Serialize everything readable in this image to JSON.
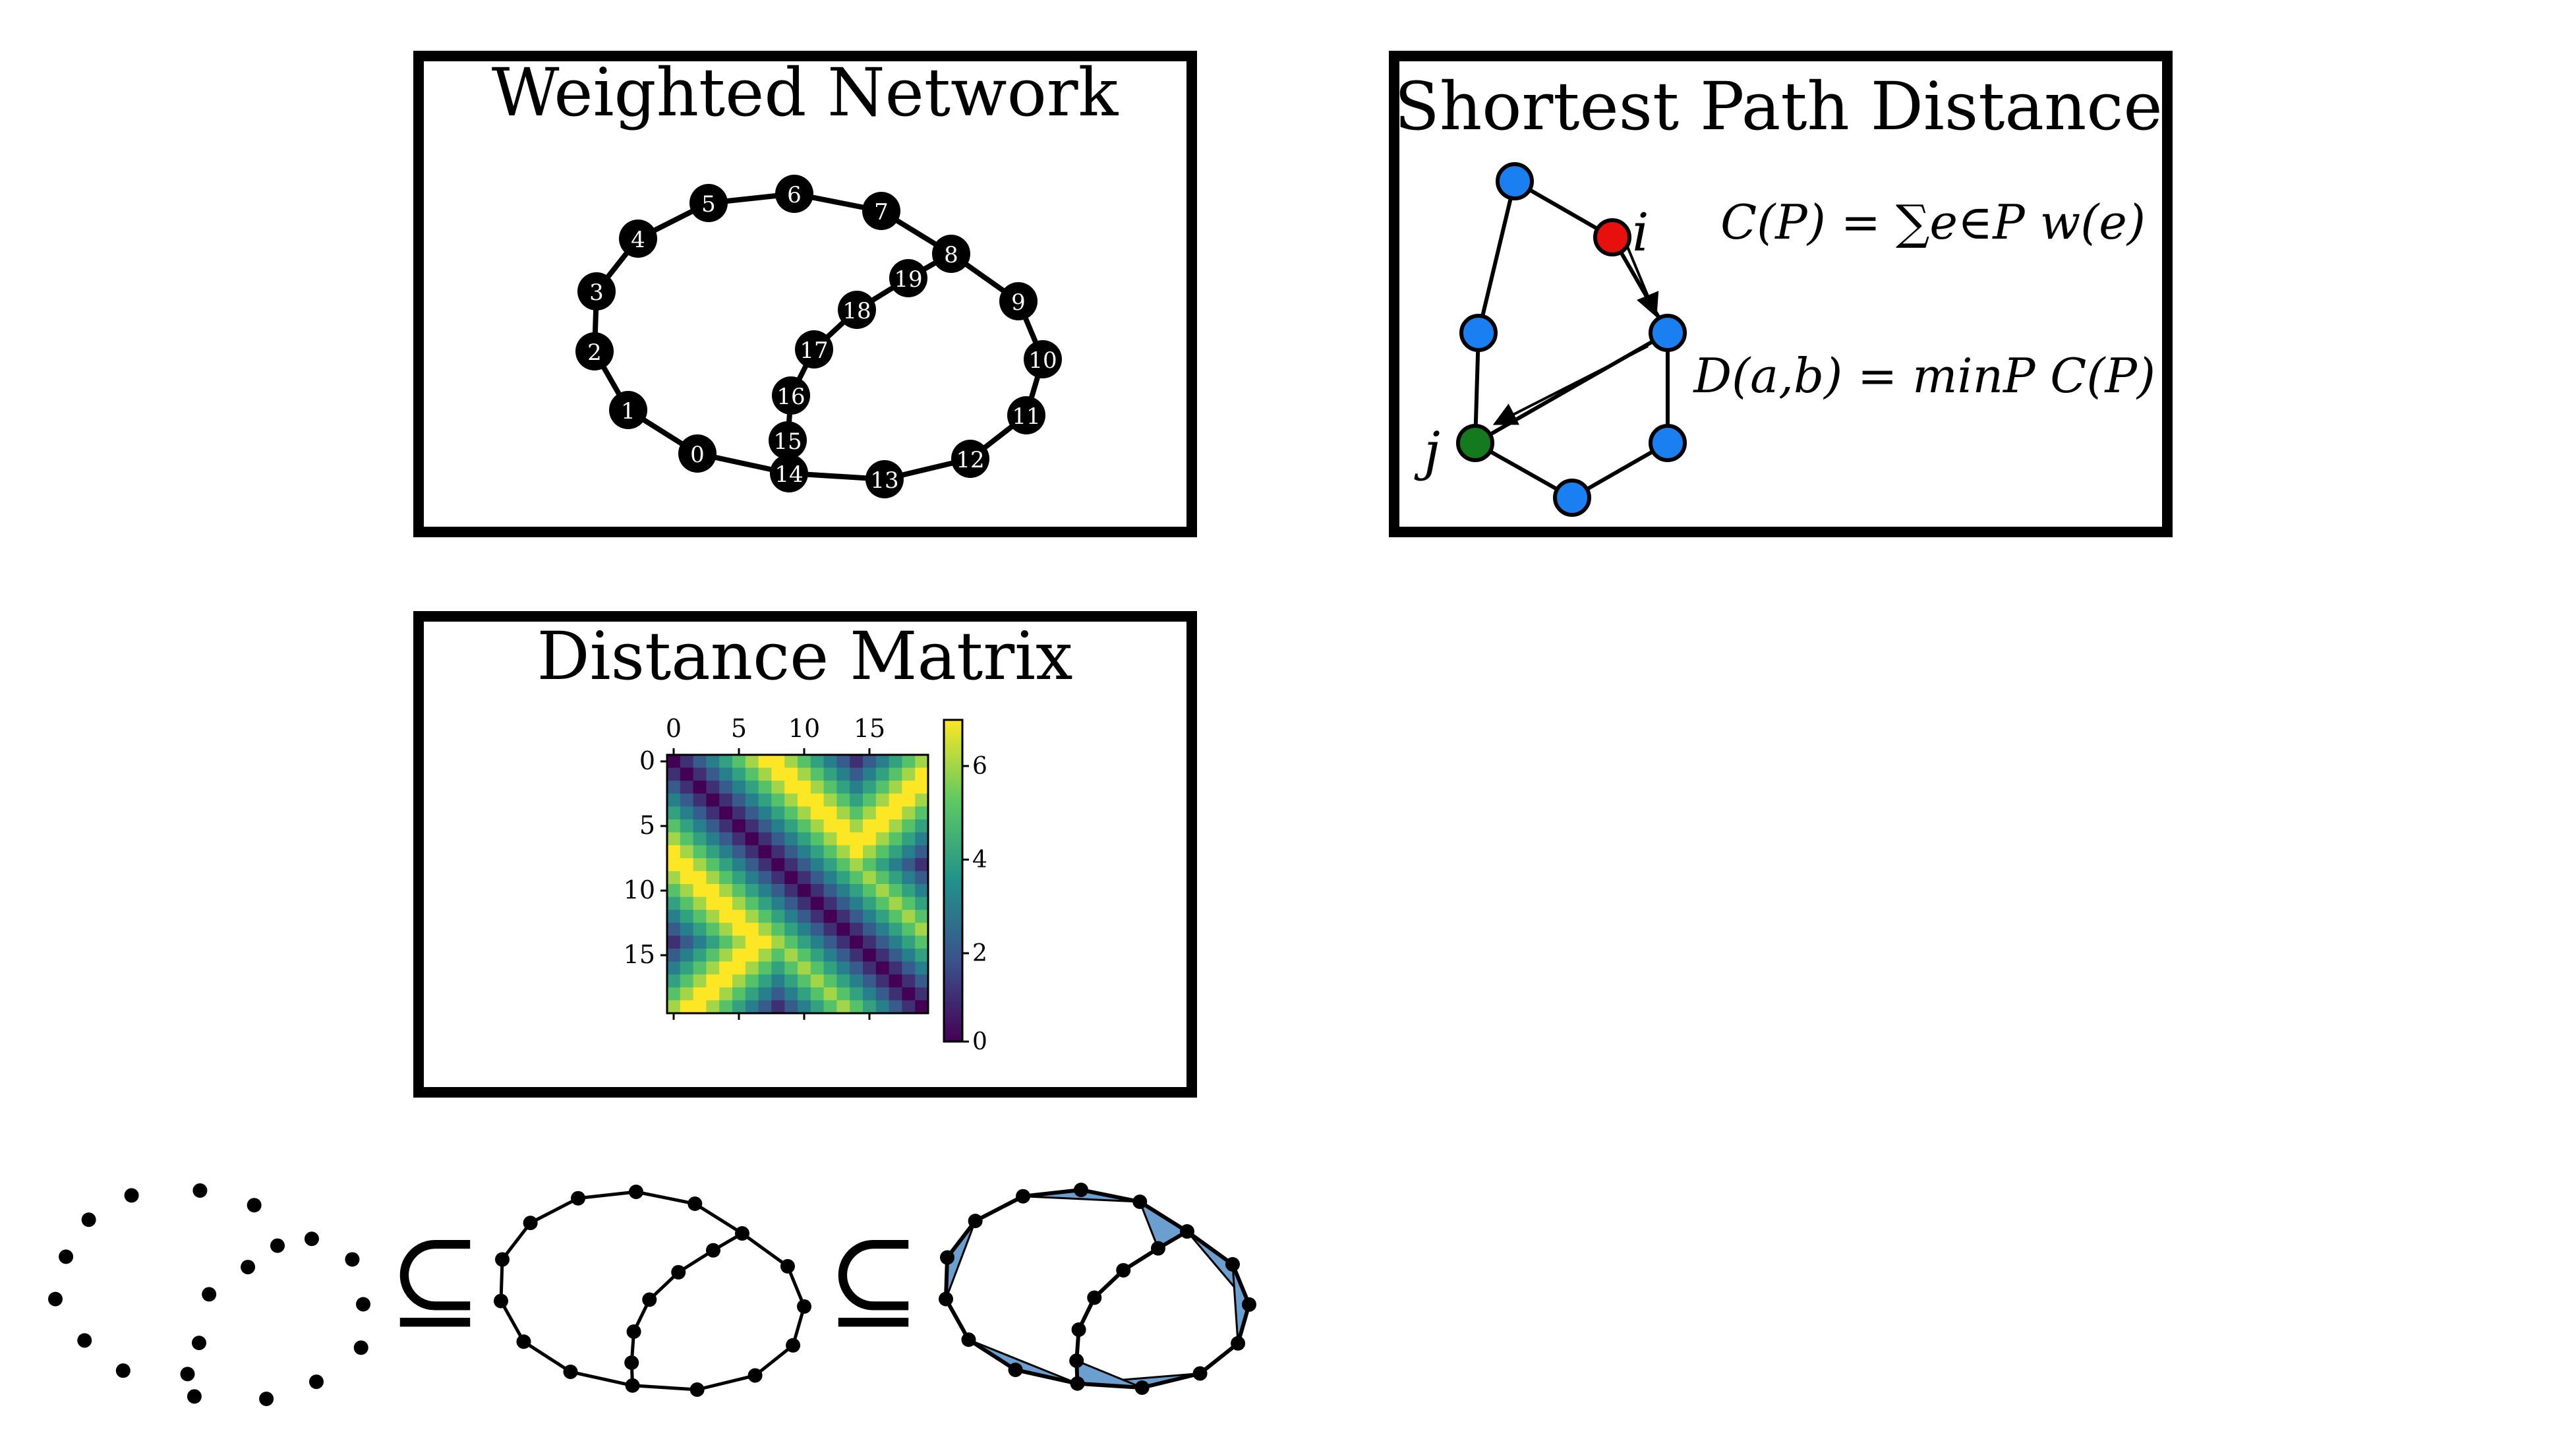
{
  "panels": {
    "weighted_network": {
      "title": "Weighted Network"
    },
    "shortest_path": {
      "title": "Shortest Path Distance",
      "node_i_label": "i",
      "node_j_label": "j",
      "cost_formula": "C(P) = ∑e∈P w(e)",
      "distance_formula": "D(a,b) = minP C(P)"
    },
    "distance_matrix": {
      "title": "Distance Matrix",
      "top_ticks": [
        "0",
        "5",
        "10",
        "15"
      ],
      "left_ticks": [
        "0",
        "5",
        "10",
        "15"
      ],
      "colorbar_ticks": [
        "6",
        "4",
        "2",
        "0"
      ]
    }
  },
  "network": {
    "node_labels": [
      "0",
      "1",
      "2",
      "3",
      "4",
      "5",
      "6",
      "7",
      "8",
      "9",
      "10",
      "11",
      "12",
      "13",
      "14",
      "15",
      "16",
      "17",
      "18",
      "19"
    ]
  },
  "filtration": {
    "subset_symbol": "⊆"
  },
  "colors": {
    "node_black": "#000000",
    "node_blue": "#1a7ff0",
    "node_red": "#e8100c",
    "node_green": "#137a1d",
    "simplex_fill": "#6a9fd0"
  }
}
